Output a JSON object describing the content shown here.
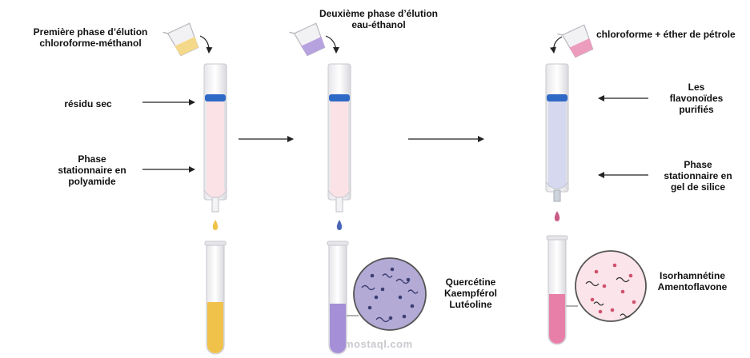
{
  "stage1": {
    "title_line1": "Première phase d’élution",
    "title_line2": "chloroforme-méthanol",
    "label_residue": "résidu sec",
    "label_phase_line1": "Phase",
    "label_phase_line2": "stationnaire en",
    "label_phase_line3": "polyamide"
  },
  "stage2": {
    "title_line1": "Deuxième phase d’élution",
    "title_line2": "eau-éthanol",
    "compound1": "Quercétine",
    "compound2": "Kaempférol",
    "compound3": "Lutéoline"
  },
  "stage3": {
    "title": "chloroforme + éther de pétrole",
    "label_flav_line1": "Les",
    "label_flav_line2": "flavonoïdes",
    "label_flav_line3": "purifiés",
    "label_phase_line1": "Phase",
    "label_phase_line2": "stationnaire en",
    "label_phase_line3": "gel de silice",
    "compound1": "Isorhamnétine",
    "compound2": "Amentoflavone"
  },
  "watermark": "mostaql.com",
  "colors": {
    "yellow_solvent": "#f0c24a",
    "purple_solvent": "#a58fd6",
    "pink_solvent": "#e77fa8",
    "column_pink": "#fbe2e6",
    "column_blue": "#d5d8ef",
    "cap_blue": "#2e69c6",
    "arrow": "#222222"
  }
}
